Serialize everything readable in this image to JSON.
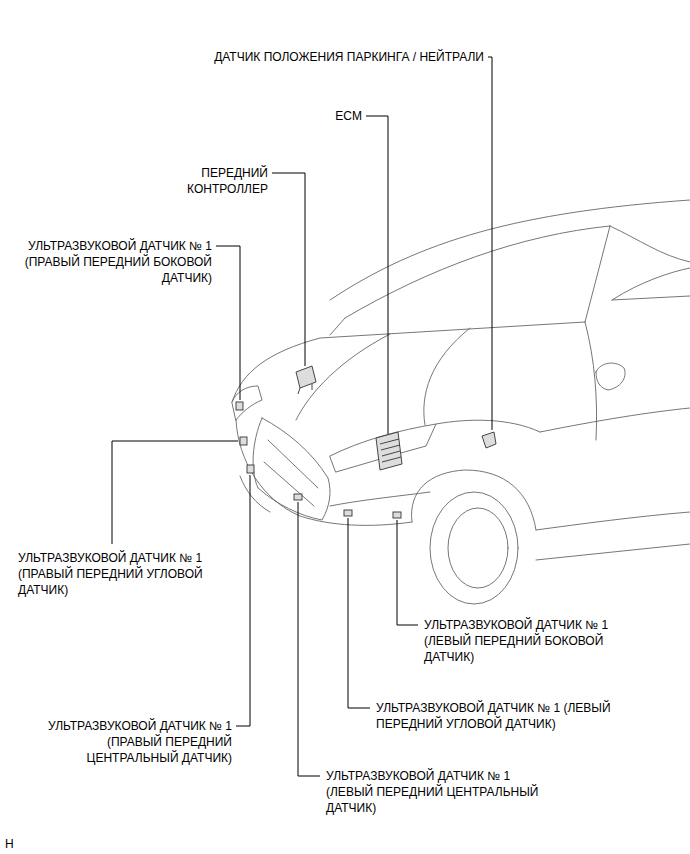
{
  "diagram": {
    "labels": [
      "ДАТЧИК ПОЛОЖЕНИЯ ПАРКИНГА / НЕЙТРАЛИ",
      "ECM",
      "ПЕРЕДНИЙ КОНТРОЛЛЕР",
      "УЛЬТРАЗВУКОВОЙ ДАТЧИК № 1 (ПРАВЫЙ ПЕРЕДНИЙ БОКОВОЙ ДАТЧИК)",
      "УЛЬТРАЗВУКОВОЙ ДАТЧИК № 1 (ПРАВЫЙ ПЕРЕДНИЙ УГЛОВОЙ ДАТЧИК)",
      "УЛЬТРАЗВУКОВОЙ ДАТЧИК № 1 (ПРАВЫЙ ПЕРЕДНИЙ ЦЕНТРАЛЬНЫЙ ДАТЧИК)",
      "УЛЬТРАЗВУКОВОЙ ДАТЧИК № 1 (ЛЕВЫЙ ПЕРЕДНИЙ ЦЕНТРАЛЬНЫЙ ДАТЧИК)",
      "УЛЬТРАЗВУКОВОЙ ДАТЧИК № 1 (ЛЕВЫЙ ПЕРЕДНИЙ УГЛОВОЙ ДАТЧИК)",
      "УЛЬТРАЗВУКОВОЙ ДАТЧИК № 1 (ЛЕВЫЙ ПЕРЕДНИЙ БОКОВОЙ ДАТЧИК)",
      "H"
    ]
  }
}
